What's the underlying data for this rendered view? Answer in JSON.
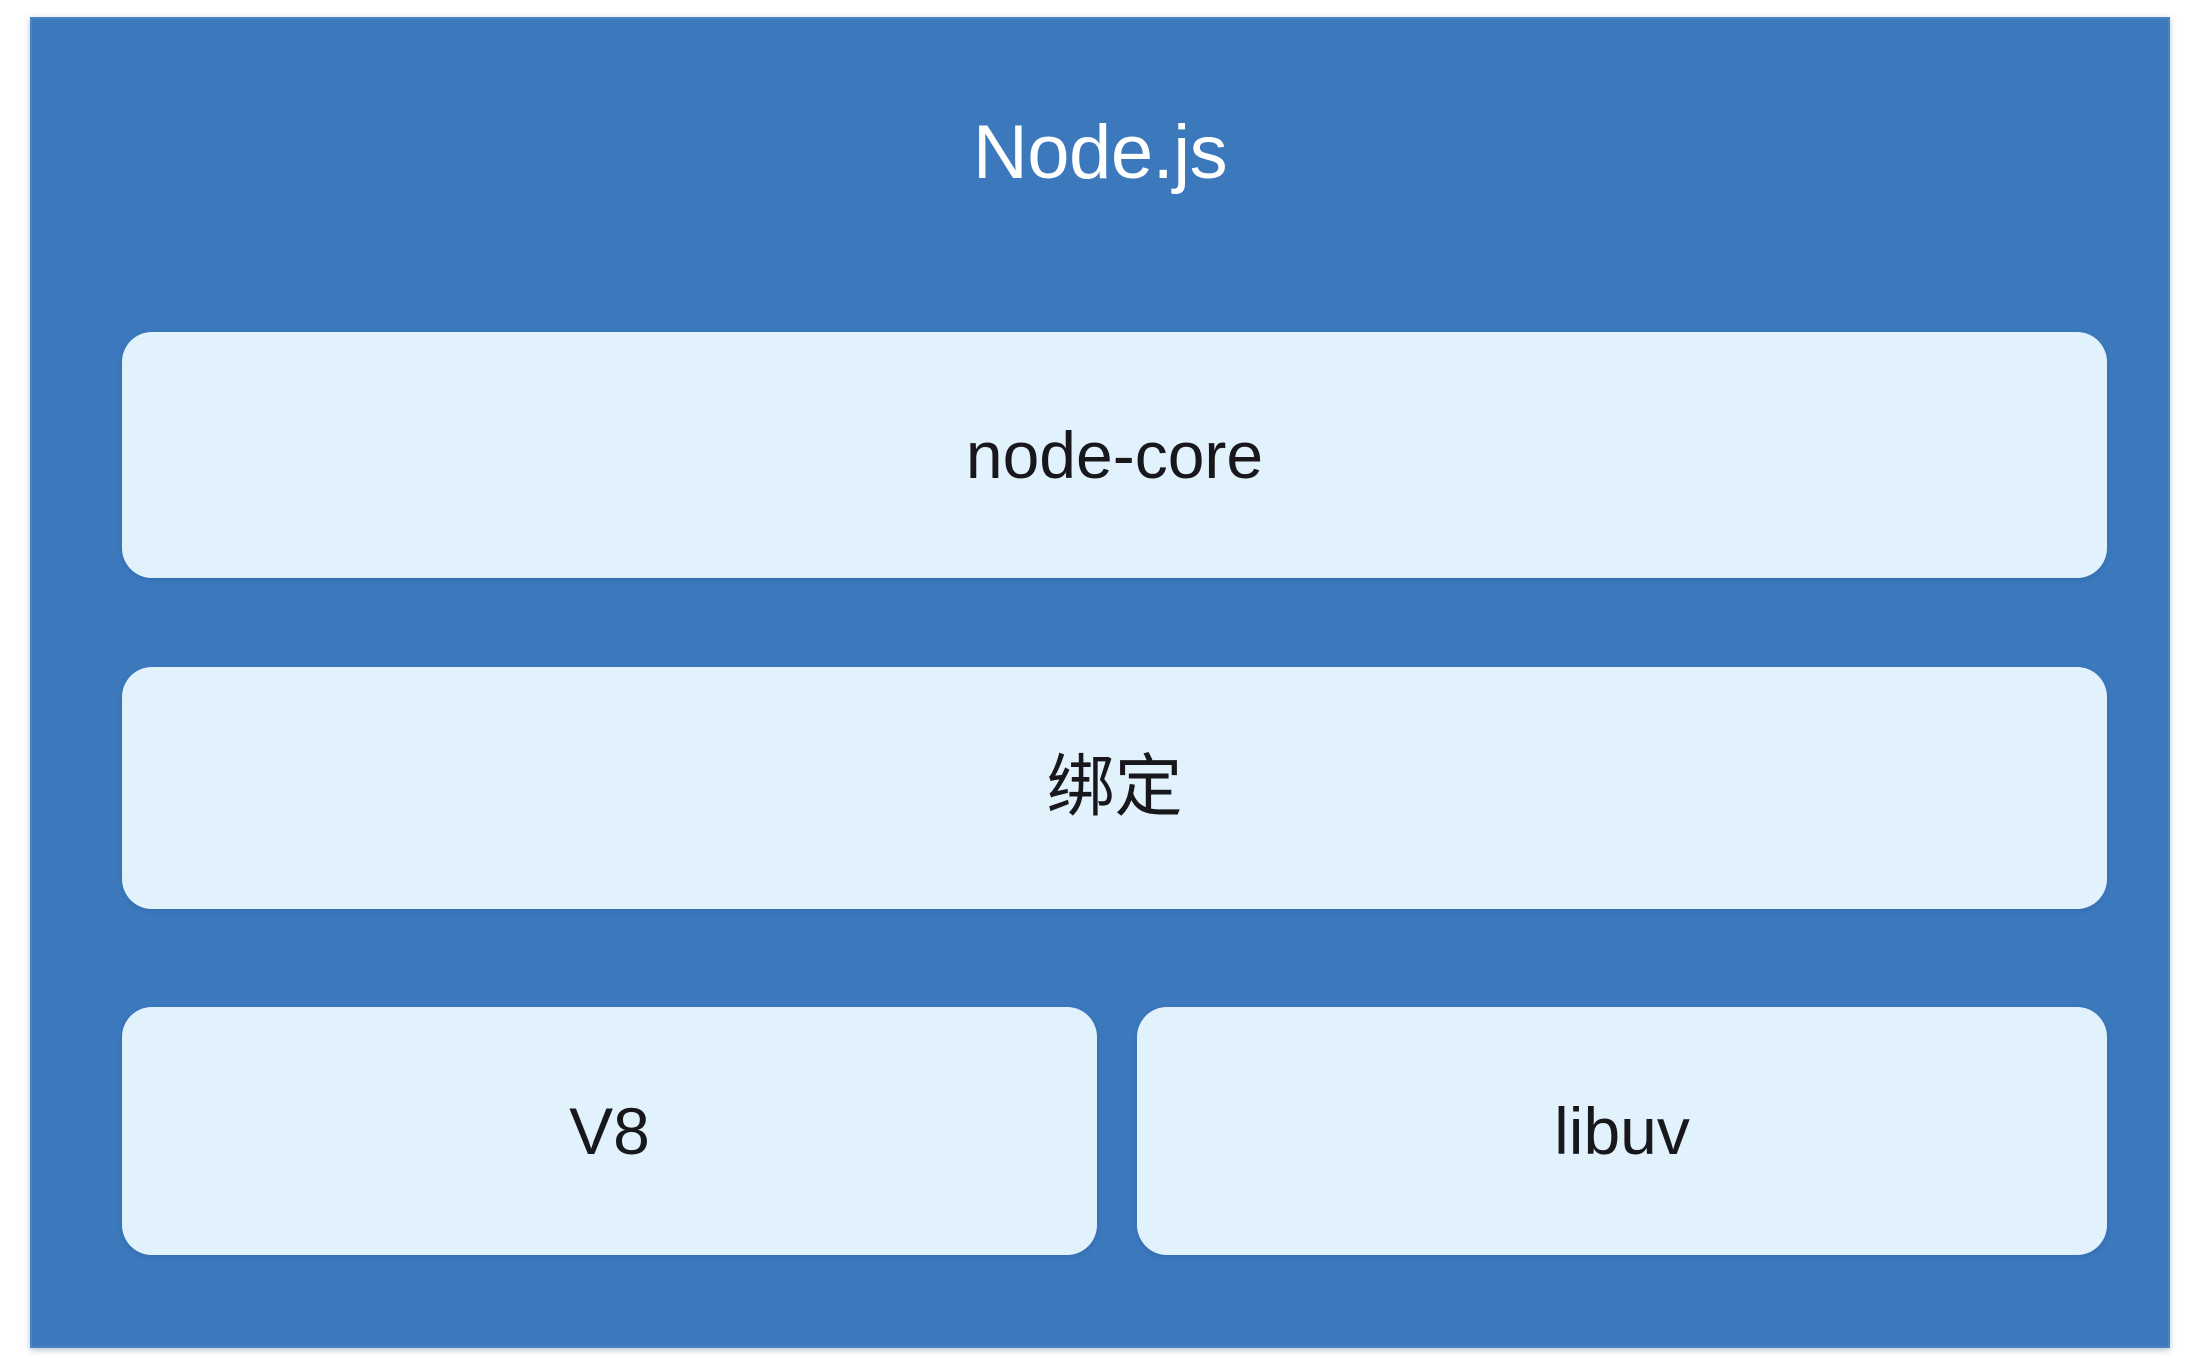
{
  "diagram": {
    "title": "Node.js",
    "colors": {
      "panel_background": "#3b78bc",
      "panel_border": "#4a84c4",
      "card_background": "#e2f2fc",
      "title_text": "#ffffff",
      "card_text": "#18181c"
    },
    "layers": [
      {
        "id": "node-core",
        "label": "node-core",
        "row": 1,
        "span": "full"
      },
      {
        "id": "bindings",
        "label": "绑定",
        "row": 2,
        "span": "full"
      },
      {
        "id": "v8",
        "label": "V8",
        "row": 3,
        "span": "half-left"
      },
      {
        "id": "libuv",
        "label": "libuv",
        "row": 3,
        "span": "half-right"
      }
    ]
  }
}
